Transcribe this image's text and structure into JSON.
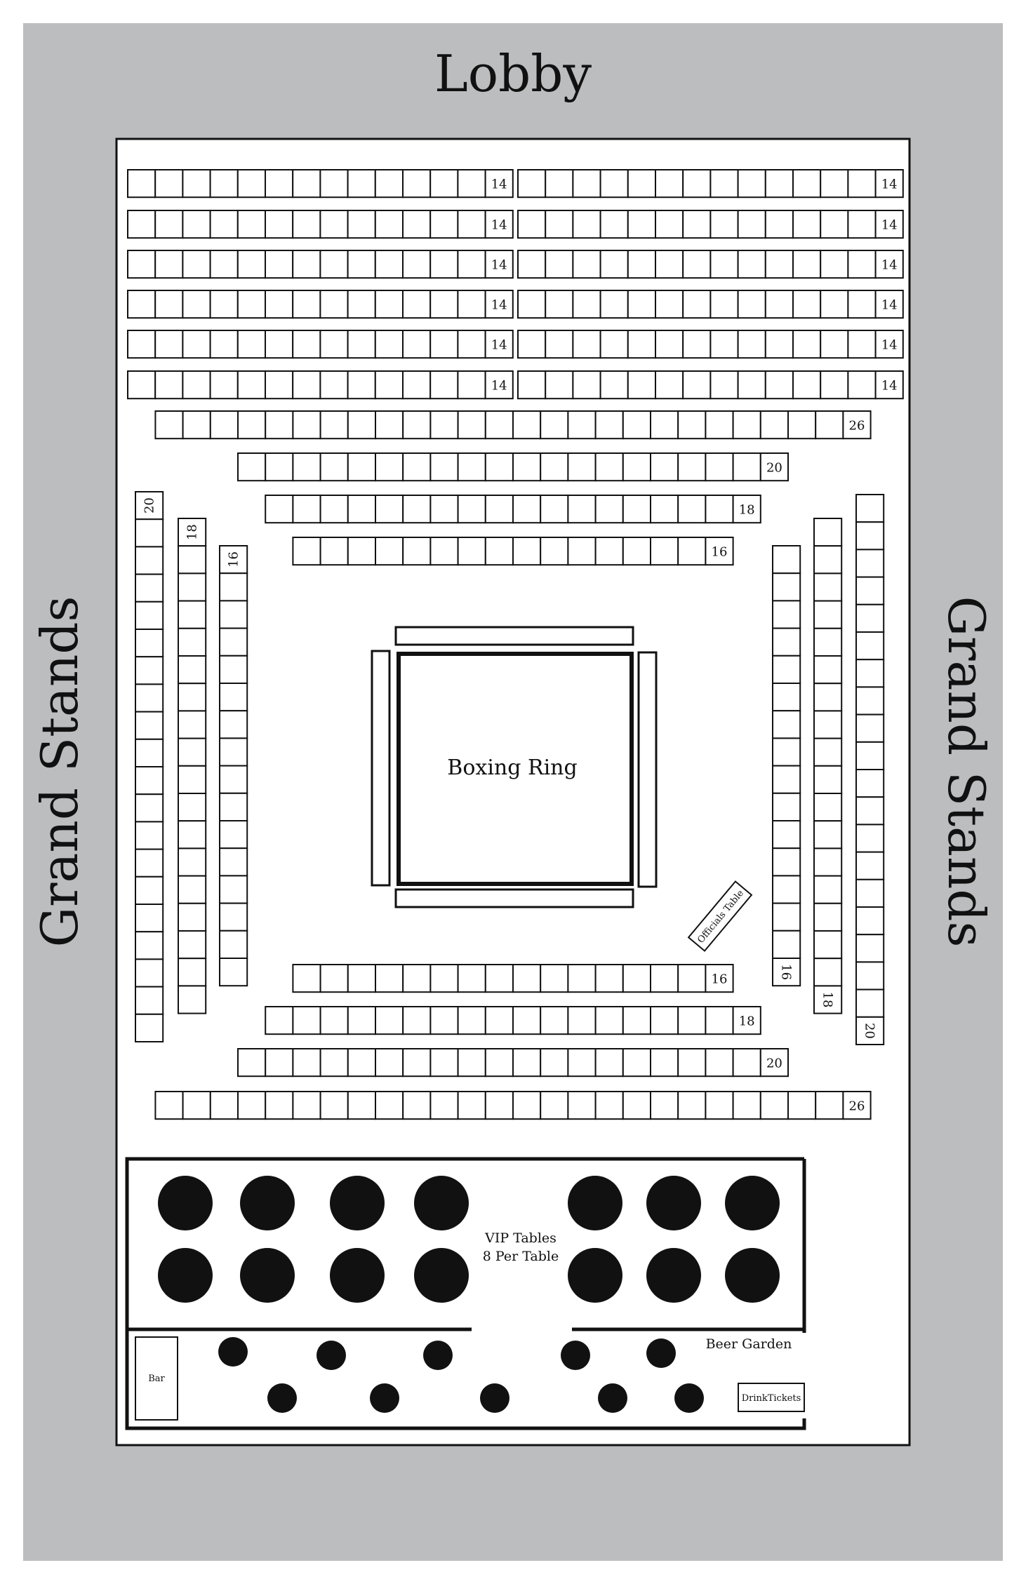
{
  "venue": {
    "lobby_label": "Lobby",
    "grandstands_left_label": "Grand Stands",
    "grandstands_right_label": "Grand Stands",
    "ring_label": "Boxing Ring",
    "officials_label": "Officials Table",
    "vip_label_line1": "VIP Tables",
    "vip_label_line2": "8 Per Table",
    "beer_garden_label": "Beer Garden",
    "bar_label": "Bar",
    "drink_tickets_label": "DrinkTickets"
  },
  "seating": {
    "top_left_rows": [
      14,
      14,
      14,
      14,
      14,
      14
    ],
    "top_right_rows": [
      14,
      14,
      14,
      14,
      14,
      14
    ],
    "north_rows": [
      26,
      20,
      18,
      16
    ],
    "south_rows": [
      16,
      18,
      20,
      26
    ],
    "west_columns": [
      20,
      18,
      16
    ],
    "east_columns": [
      16,
      18,
      20
    ]
  },
  "vip": {
    "table_count": 14,
    "seats_per_table": 8
  },
  "beer_garden": {
    "table_count": 10
  },
  "colors": {
    "background": "#bcbdbe",
    "floor": "#ffffff",
    "ink": "#111111"
  }
}
